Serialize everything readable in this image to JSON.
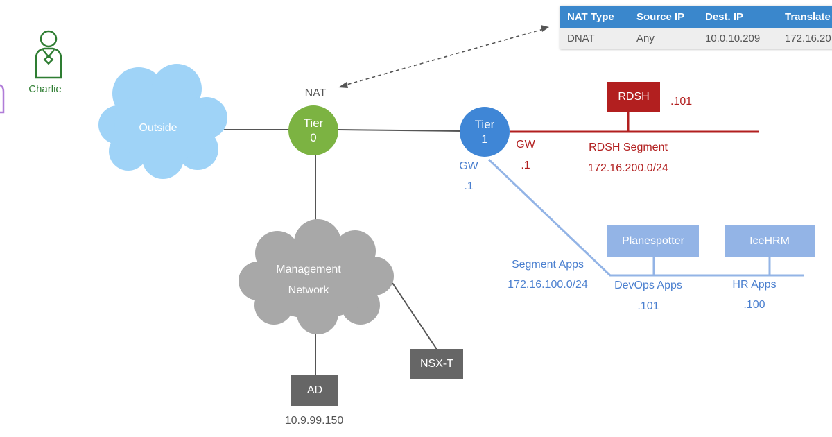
{
  "nat_table": {
    "headers": [
      "NAT Type",
      "Source IP",
      "Dest. IP",
      "Translate"
    ],
    "rows": [
      [
        "DNAT",
        "Any",
        "10.0.10.209",
        "172.16.20"
      ]
    ]
  },
  "user": {
    "name": "Charlie"
  },
  "clouds": {
    "outside": "Outside",
    "management_line1": "Management",
    "management_line2": "Network"
  },
  "tier0": {
    "line1": "Tier",
    "line2": "0",
    "label": "NAT"
  },
  "tier1": {
    "line1": "Tier",
    "line2": "1",
    "gw_blue": "GW",
    "gw_blue_ip": ".1",
    "gw_red": "GW",
    "gw_red_ip": ".1"
  },
  "rdsh": {
    "label": "RDSH",
    "ip": ".101",
    "segment_name": "RDSH Segment",
    "segment_cidr": "172.16.200.0/24"
  },
  "apps_segment": {
    "name": "Segment Apps",
    "cidr": "172.16.100.0/24",
    "planespotter": {
      "label": "Planespotter",
      "group": "DevOps Apps",
      "ip": ".101"
    },
    "icehrm": {
      "label": "IceHRM",
      "group": "HR Apps",
      "ip": ".100"
    }
  },
  "nsxt": {
    "label": "NSX-T"
  },
  "ad": {
    "label": "AD",
    "ip": "10.9.99.150"
  },
  "colors": {
    "tier0": "#7cb342",
    "tier1": "#3f86d6",
    "red": "#b21f1f",
    "blue_line": "#93b4e6",
    "cloud_blue": "#9fd3f7",
    "cloud_gray": "#a8a8a8",
    "user_green": "#2e7d32",
    "user_purple": "#b07cd8"
  }
}
